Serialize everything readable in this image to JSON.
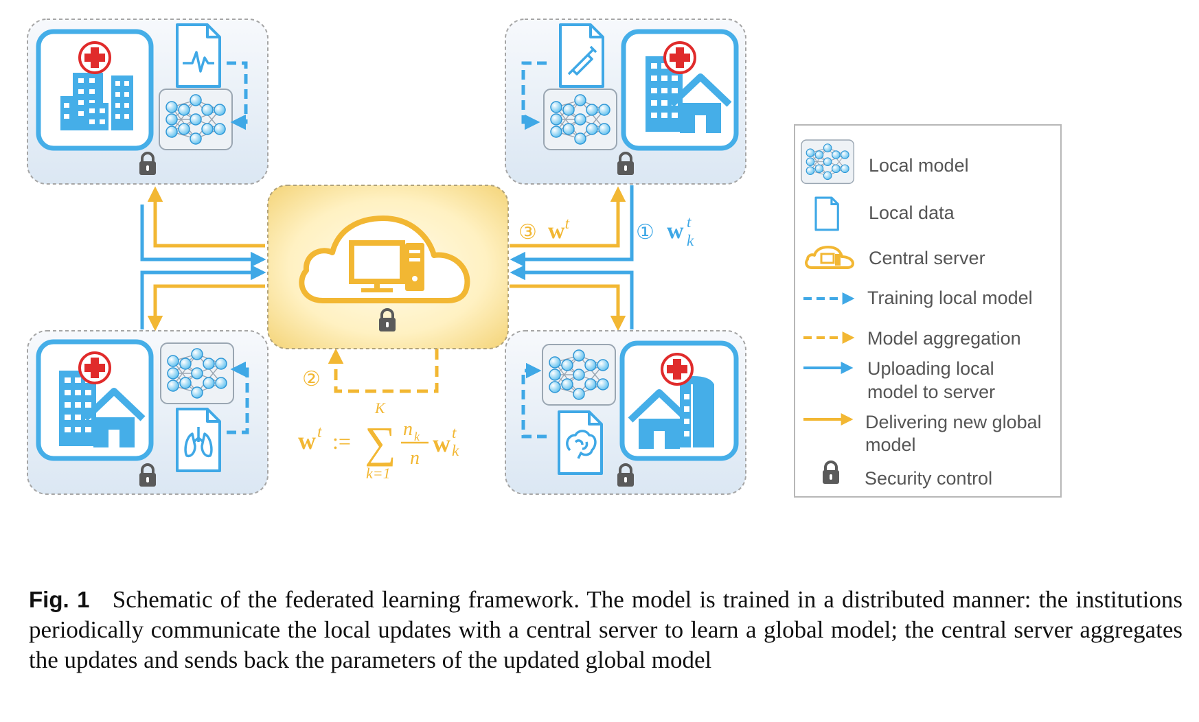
{
  "figure": {
    "type": "federated-learning-schematic",
    "nodes": [
      {
        "id": "hospital-top-left",
        "building": "hospital-buildings-icon",
        "data_icon": "ecg-document-icon",
        "model_icon": "neural-network-icon",
        "lock": "lock-icon"
      },
      {
        "id": "hospital-top-right",
        "building": "hospital-house-icon",
        "data_icon": "syringe-document-icon",
        "model_icon": "neural-network-icon",
        "lock": "lock-icon"
      },
      {
        "id": "hospital-bottom-left",
        "building": "hospital-house-icon",
        "data_icon": "lungs-document-icon",
        "model_icon": "neural-network-icon",
        "lock": "lock-icon"
      },
      {
        "id": "hospital-bottom-right",
        "building": "hospital-silo-icon",
        "data_icon": "brain-document-icon",
        "model_icon": "neural-network-icon",
        "lock": "lock-icon"
      }
    ],
    "server": {
      "icon": "cloud-computer-icon",
      "lock": "lock-icon"
    },
    "labels": {
      "step1_marker": "①",
      "step1_w": "w",
      "step1_sup": "t",
      "step1_sub": "k",
      "step3_marker": "③",
      "step3_w": "w",
      "step3_sup": "t",
      "step2_marker": "②"
    },
    "formula": {
      "lhs_w": "w",
      "lhs_sup": "t",
      "assign": ":=",
      "sum_upper": "K",
      "sum_lower": "k=1",
      "frac_num": "n",
      "frac_num_sub": "k",
      "frac_den": "n",
      "rhs_w": "w",
      "rhs_sup": "t",
      "rhs_sub": "k"
    },
    "legend": [
      {
        "icon": "neural-network-icon",
        "label": "Local model"
      },
      {
        "icon": "document-icon",
        "label": "Local data"
      },
      {
        "icon": "cloud-server-icon",
        "label": "Central server"
      },
      {
        "icon": "dashed-blue-arrow-icon",
        "label": "Training local model"
      },
      {
        "icon": "dashed-orange-arrow-icon",
        "label": "Model aggregation"
      },
      {
        "icon": "solid-blue-arrow-icon",
        "label_lines": [
          "Uploading local",
          "model to server"
        ]
      },
      {
        "icon": "solid-orange-arrow-icon",
        "label_lines": [
          "Delivering new global",
          "model"
        ]
      },
      {
        "icon": "lock-icon",
        "label": "Security control"
      }
    ],
    "colors": {
      "blue": "#3fa8e6",
      "orange": "#f2b733",
      "gray": "#5a5a5a",
      "red": "#e02b2b"
    }
  },
  "caption": {
    "label": "Fig. 1",
    "text": "Schematic of the federated learning framework. The model is trained in a distributed manner: the institutions periodically communicate the local updates with a central server to learn a global model; the central server aggregates the updates and sends back the parameters of the updated global model"
  }
}
